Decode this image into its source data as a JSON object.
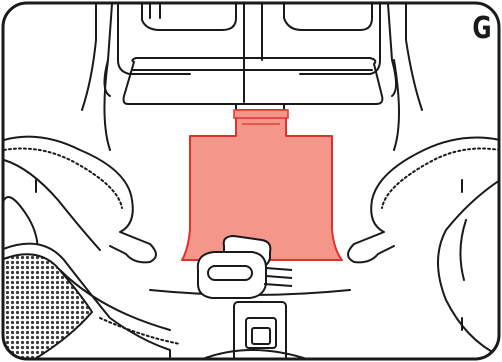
{
  "step_label": "G",
  "colors": {
    "highlight_fill": "#f4968a",
    "highlight_stroke": "#e0322a",
    "line": "#1a1a1a",
    "background": "#ffffff",
    "mesh": "#3a3a3a"
  },
  "parts": [
    {
      "name": "highlighted-flap",
      "icon": "rectangle-tab",
      "highlighted": true
    },
    {
      "name": "buckle-tongue",
      "icon": "oval-tongue",
      "highlighted": false
    },
    {
      "name": "harness-adjuster-slot",
      "icon": "slot",
      "highlighted": false
    }
  ]
}
